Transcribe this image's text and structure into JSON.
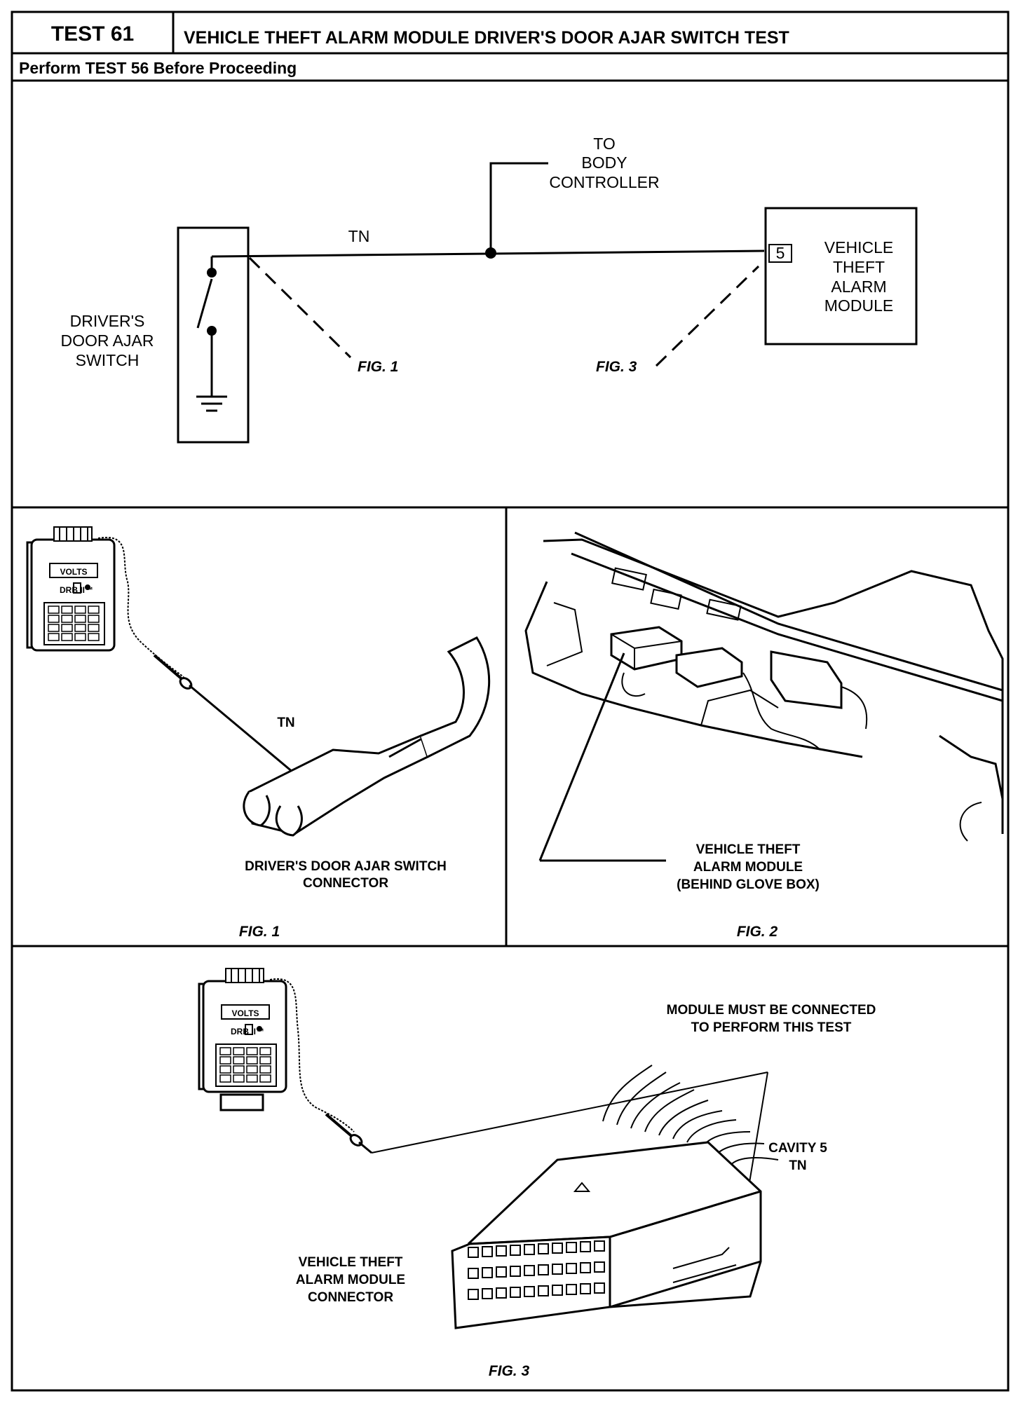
{
  "header": {
    "test_number": "TEST 61",
    "title": "VEHICLE THEFT ALARM MODULE DRIVER'S DOOR AJAR SWITCH TEST",
    "subtitle": "Perform TEST 56 Before Proceeding"
  },
  "schematic": {
    "switch_label": [
      "DRIVER'S",
      "DOOR  AJAR",
      "SWITCH"
    ],
    "wire_label": "TN",
    "body_controller_label": [
      "TO",
      "BODY",
      "CONTROLLER"
    ],
    "module_pin": "5",
    "module_label": [
      "VEHICLE",
      "THEFT",
      "ALARM",
      "MODULE"
    ],
    "fig1_ref": "FIG. 1",
    "fig3_ref": "FIG. 3"
  },
  "fig1": {
    "caption": "FIG. 1",
    "wire_label": "TN",
    "connector_label": [
      "DRIVER'S DOOR AJAR SWITCH",
      "CONNECTOR"
    ],
    "tester_brand": "DRB II™",
    "tester_display": "VOLTS"
  },
  "fig2": {
    "caption": "FIG. 2",
    "module_label": [
      "VEHICLE THEFT",
      "ALARM MODULE",
      "(BEHIND GLOVE BOX)"
    ]
  },
  "fig3": {
    "caption": "FIG. 3",
    "note": [
      "MODULE MUST BE CONNECTED",
      "TO PERFORM THIS TEST"
    ],
    "cavity_label": [
      "CAVITY 5",
      "TN"
    ],
    "connector_label": [
      "VEHICLE THEFT",
      "ALARM MODULE",
      "CONNECTOR"
    ],
    "tester_brand": "DRB II™",
    "tester_display": "VOLTS"
  }
}
